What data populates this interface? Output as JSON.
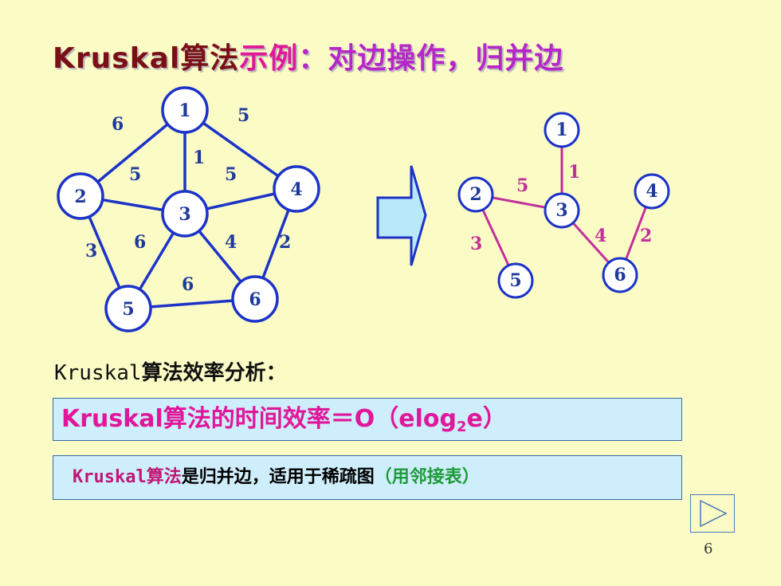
{
  "title": {
    "part1": "Kruskal算法",
    "part2": "示例",
    "part3": "：对边操作，归并边"
  },
  "graph_left": {
    "nodes": [
      "1",
      "2",
      "3",
      "4",
      "5",
      "6"
    ],
    "edge_weights": {
      "e12": "6",
      "e13": "1",
      "e14": "5",
      "e23": "5",
      "e34": "5",
      "e25": "3",
      "e35": "6",
      "e36": "4",
      "e46": "2",
      "e56": "6"
    }
  },
  "graph_right": {
    "nodes": [
      "1",
      "2",
      "3",
      "4",
      "5",
      "6"
    ],
    "edge_weights": {
      "e13": "1",
      "e23": "5",
      "e25": "3",
      "e36": "4",
      "e46": "2"
    }
  },
  "subtitle": {
    "latin": "Kruskal",
    "cjk": "算法效率分析："
  },
  "efficiency_box": {
    "prefix": "Kruskal算法的时间效率＝O（elog",
    "subscript": "2",
    "suffix": "e）"
  },
  "note_box": {
    "latin": "Kruskal",
    "pink": "算法",
    "black": "是归并边，适用于稀疏图",
    "green": "（用邻接表）"
  },
  "page_number": "6",
  "colors": {
    "background": "#fbfbc6",
    "node_stroke": "#1c33c8",
    "mst_edge": "#c2309a",
    "title_dark_red": "#7a1016",
    "title_pink": "#e0179a",
    "title_purple": "#b626c8",
    "box_fill": "#cfeefb"
  }
}
